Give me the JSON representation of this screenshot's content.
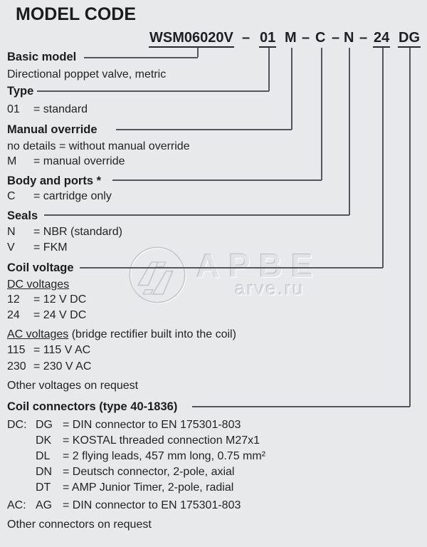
{
  "page": {
    "title": "MODEL CODE"
  },
  "watermark": {
    "brand": "АРВЕ",
    "domain": "arve.ru",
    "logo": "arve-circle-logo-icon"
  },
  "model_code": {
    "full": "WSM06020V – 01 M – C – N – 24 DG",
    "segments": {
      "basic": "WSM06020V",
      "dash1": "–",
      "type": "01",
      "manual": "M",
      "dash2": "–",
      "body": "C",
      "dash3": "–",
      "seals": "N",
      "dash4": "–",
      "voltage": "24",
      "connector": "DG"
    }
  },
  "sections": {
    "basic_model": {
      "label": "Basic model",
      "description": "Directional poppet valve, metric"
    },
    "type": {
      "label": "Type",
      "options": [
        {
          "code": "01",
          "desc": "= standard"
        }
      ]
    },
    "manual_override": {
      "label": "Manual override",
      "note": "no details = without manual override",
      "options": [
        {
          "code": "M",
          "desc": "= manual override"
        }
      ]
    },
    "body_and_ports": {
      "label": "Body and ports *",
      "options": [
        {
          "code": "C",
          "desc": "= cartridge only"
        }
      ]
    },
    "seals": {
      "label": "Seals",
      "options": [
        {
          "code": "N",
          "desc": "= NBR (standard)"
        },
        {
          "code": "V",
          "desc": "= FKM"
        }
      ]
    },
    "coil_voltage": {
      "label": "Coil voltage",
      "dc": {
        "subhead": "DC voltages",
        "subhead_suffix": "",
        "options": [
          {
            "code": "12",
            "desc": "=   12 V DC"
          },
          {
            "code": "24",
            "desc": "=   24 V DC"
          }
        ]
      },
      "ac": {
        "subhead": "AC voltages",
        "subhead_suffix": " (bridge rectifier built into the coil)",
        "options": [
          {
            "code": "115",
            "desc": "= 115 V AC"
          },
          {
            "code": "230",
            "desc": "= 230 V AC"
          }
        ]
      },
      "note": "Other voltages on request"
    },
    "coil_connectors": {
      "label": "Coil connectors (type 40-1836)",
      "dc": {
        "prefix": "DC:",
        "options": [
          {
            "code": "DG",
            "desc": "= DIN connector to EN 175301-803"
          },
          {
            "code": "DK",
            "desc": "= KOSTAL threaded connection M27x1"
          },
          {
            "code": "DL",
            "desc": "= 2 flying leads, 457 mm long, 0.75 mm²"
          },
          {
            "code": "DN",
            "desc": "= Deutsch connector, 2-pole, axial"
          },
          {
            "code": "DT",
            "desc": "= AMP Junior Timer, 2-pole, radial"
          }
        ]
      },
      "ac": {
        "prefix": "AC:",
        "options": [
          {
            "code": "AG",
            "desc": "= DIN connector to EN 175301-803"
          }
        ]
      },
      "note": "Other connectors on request"
    }
  }
}
